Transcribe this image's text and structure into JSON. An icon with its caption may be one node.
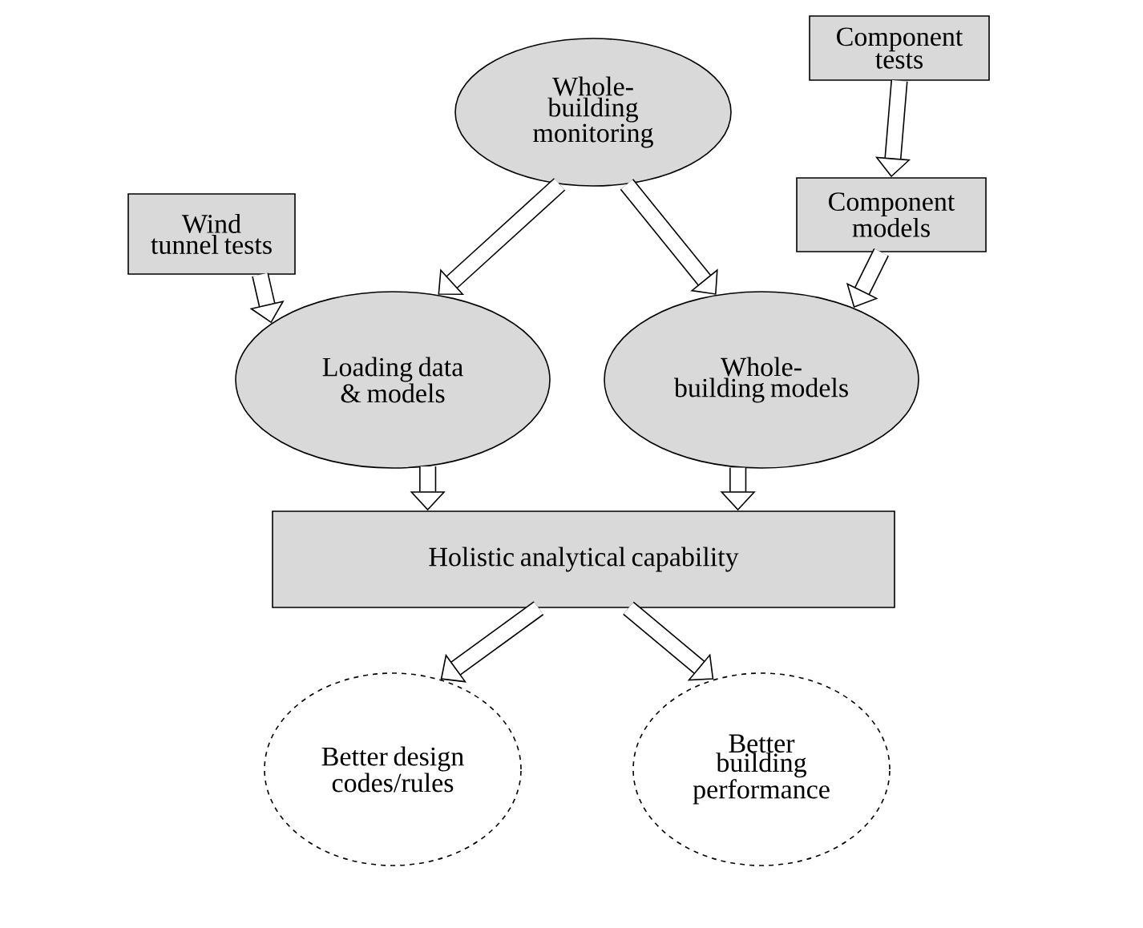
{
  "diagram": {
    "nodes": [
      {
        "text": [
          "Component tests"
        ]
      },
      {
        "text": [
          "Whole-building monitoring"
        ]
      },
      {
        "text": [
          "Wind tunnel tests"
        ]
      },
      {
        "text": [
          "Component models"
        ]
      },
      {
        "text": [
          "Loading data & models"
        ]
      },
      {
        "text": [
          "Whole-building models"
        ]
      },
      {
        "text": [
          "Holistic analytical capability"
        ]
      },
      {
        "text": [
          "Better design codes/rules"
        ]
      },
      {
        "text": [
          "Better building performance"
        ]
      }
    ],
    "edges": [
      {
        "from": 0,
        "to": 3,
        "arrow": "to"
      },
      {
        "from": 1,
        "to": 4,
        "arrow": "to"
      },
      {
        "from": 1,
        "to": 5,
        "arrow": "to"
      },
      {
        "from": 2,
        "to": 4,
        "arrow": "to"
      },
      {
        "from": 3,
        "to": 5,
        "arrow": "to"
      },
      {
        "from": 4,
        "to": 6,
        "arrow": "to"
      },
      {
        "from": 5,
        "to": 6,
        "arrow": "to"
      },
      {
        "from": 6,
        "to": 7,
        "arrow": "to"
      },
      {
        "from": 6,
        "to": 8,
        "arrow": "to"
      }
    ]
  }
}
